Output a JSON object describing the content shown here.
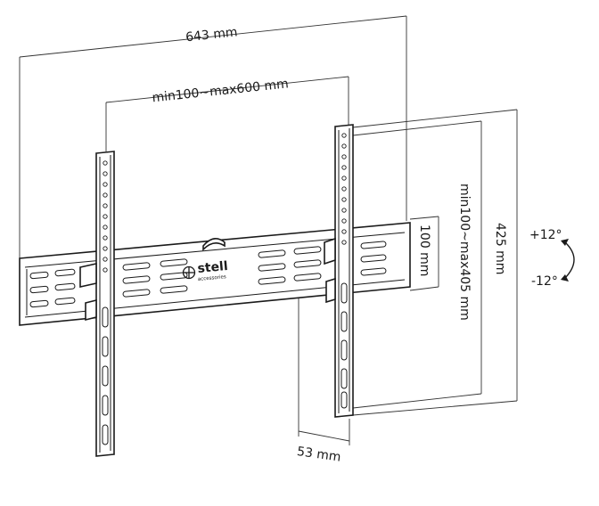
{
  "dimensions": {
    "total_width": "643 mm",
    "vesa_horizontal": "min100~max600 mm",
    "vesa_vertical": "min100~max405 mm",
    "total_height": "425 mm",
    "rail_height": "100 mm",
    "depth": "53 mm"
  },
  "tilt": {
    "up": "+12°",
    "down": "-12°"
  },
  "brand": {
    "name": "stell",
    "tagline": "accessories"
  }
}
